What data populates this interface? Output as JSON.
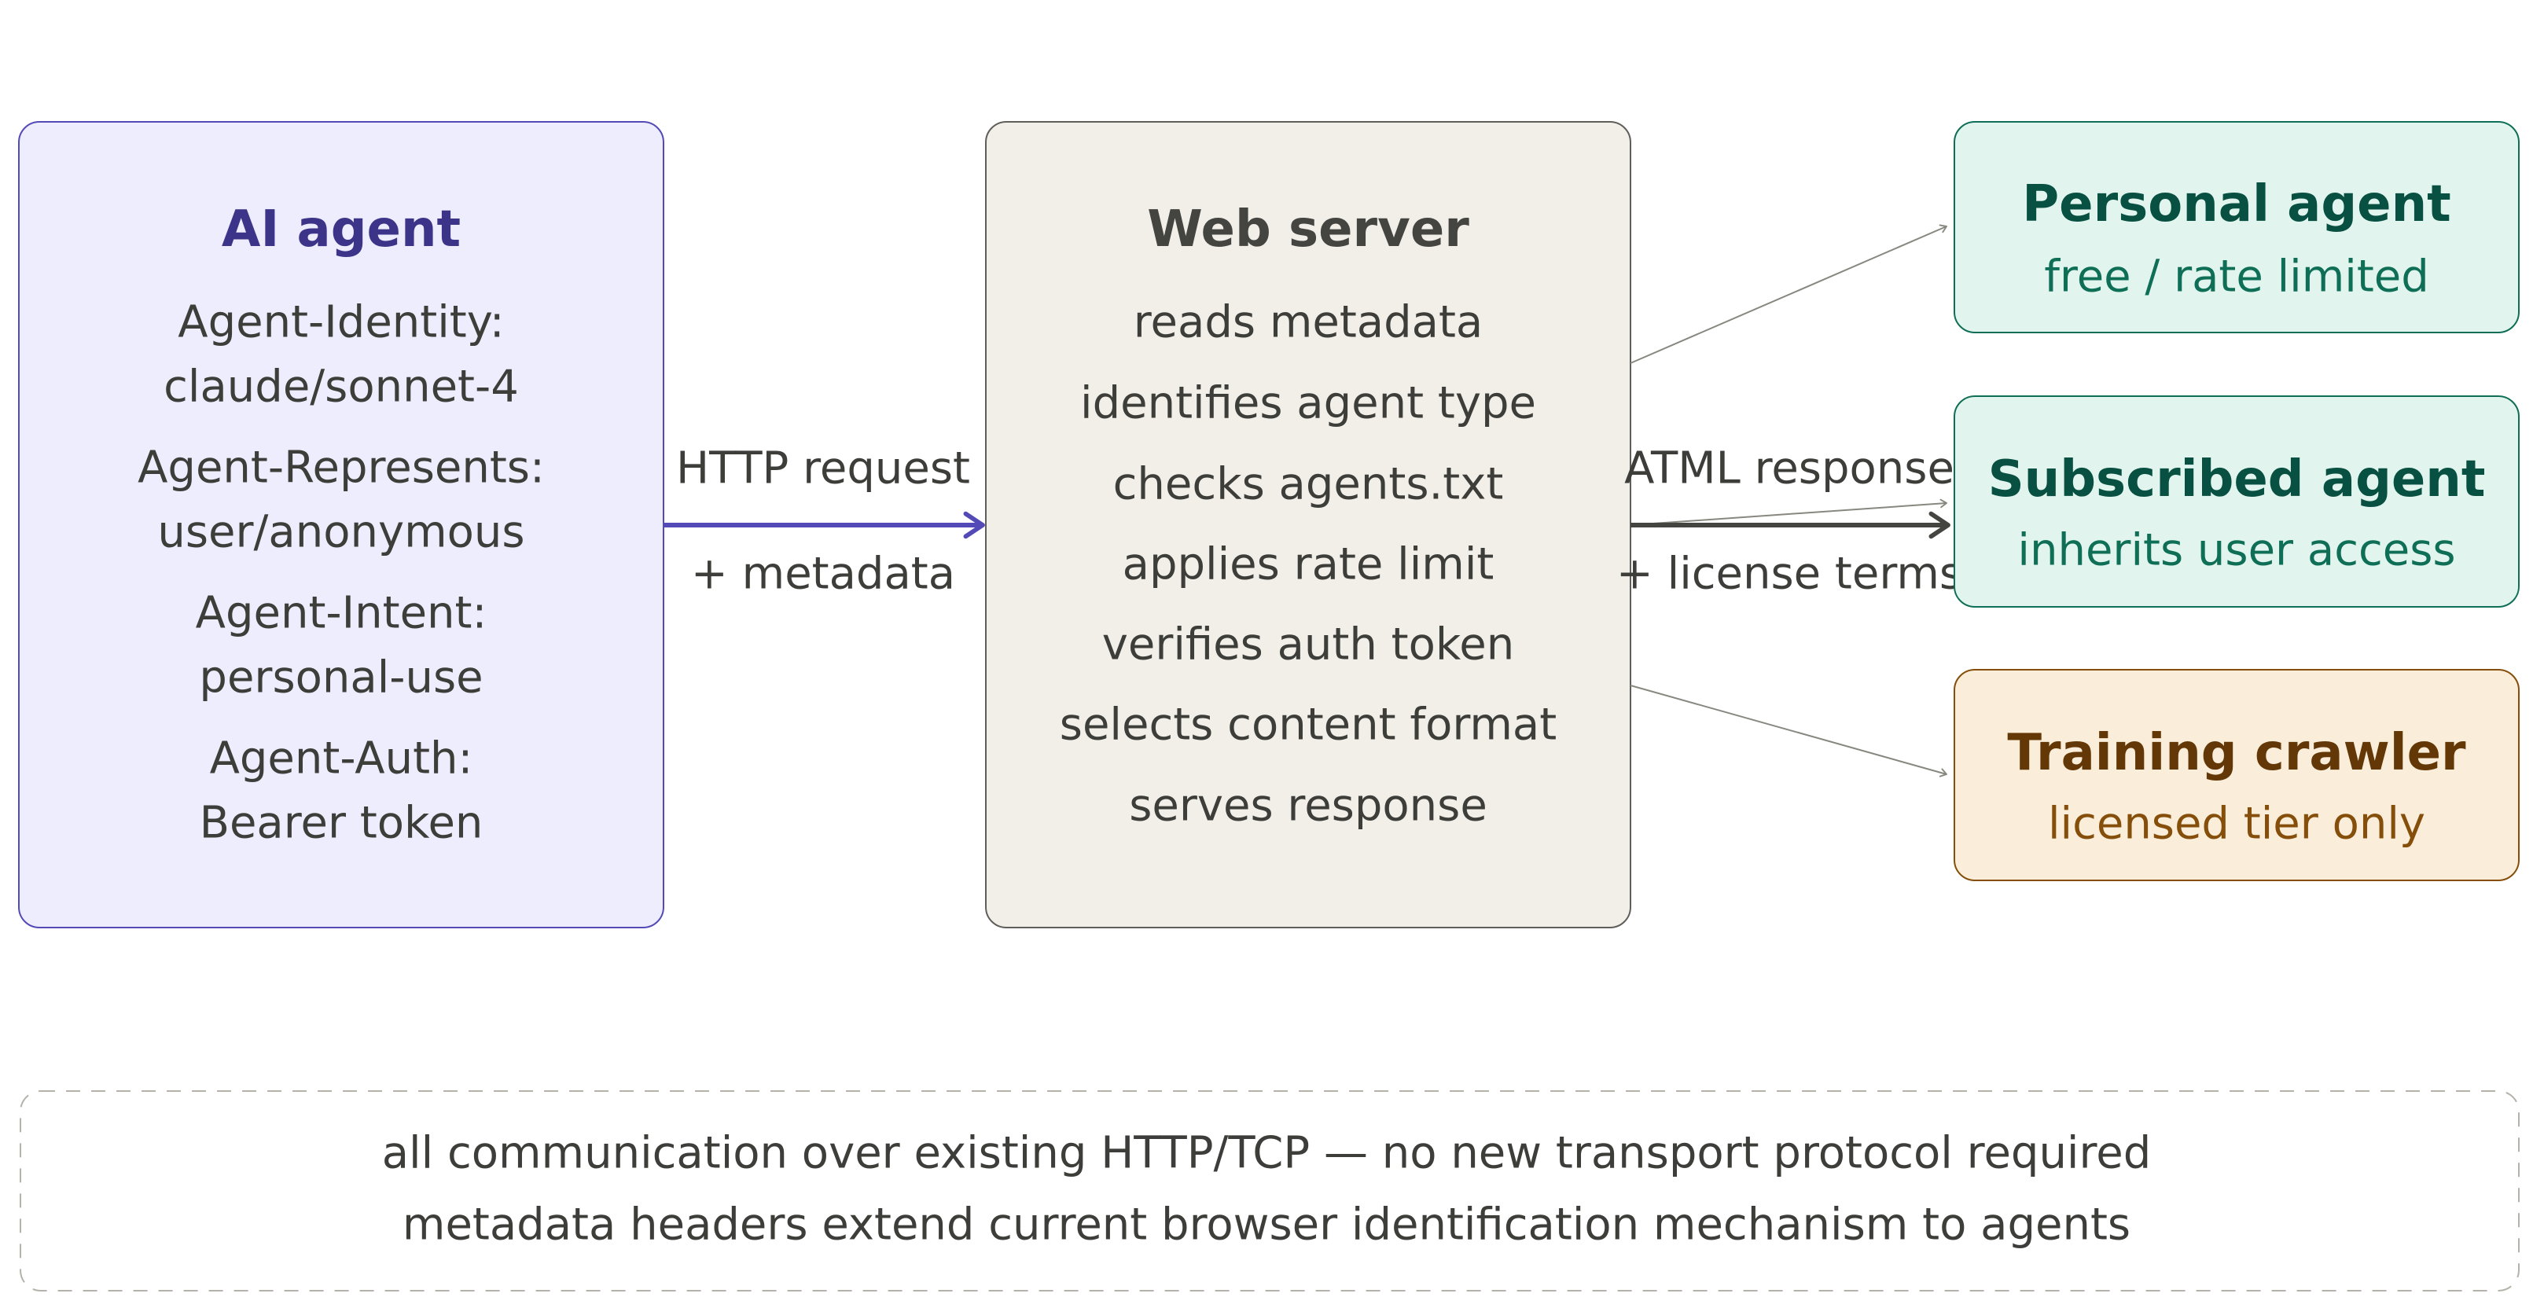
{
  "colors": {
    "agent_fill": "#EEEDFE",
    "agent_stroke": "#534AB7",
    "agent_title": "#3C3489",
    "server_fill": "#F1EFE8",
    "server_stroke": "#5F5E5A",
    "server_title": "#444441",
    "green_fill": "#E1F5EE",
    "green_stroke": "#0F6E56",
    "green_title": "#085041",
    "green_sub": "#0F6E56",
    "amber_fill": "#FAEEDA",
    "amber_stroke": "#854F0B",
    "amber_title": "#633806",
    "amber_sub": "#854F0B",
    "body_text": "#3d3d3a",
    "request_arrow": "#534AB7",
    "response_arrow": "#444441",
    "fan_line": "#888780",
    "note_border": "#B4B2A9"
  },
  "agent": {
    "title": "AI agent",
    "lines": [
      "Agent-Identity:",
      "claude/sonnet-4",
      "Agent-Represents:",
      "user/anonymous",
      "Agent-Intent:",
      "personal-use",
      "Agent-Auth:",
      "Bearer token"
    ]
  },
  "request": {
    "label_top": "HTTP request",
    "label_bottom": "+ metadata"
  },
  "server": {
    "title": "Web server",
    "steps": [
      "reads metadata",
      "identifies agent type",
      "checks agents.txt",
      "applies rate limit",
      "verifies auth token",
      "selects content format",
      "serves response"
    ]
  },
  "response": {
    "label_top": "ATML response",
    "label_bottom": "+ license terms"
  },
  "outcomes": [
    {
      "title": "Personal agent",
      "subtitle": "free / rate limited"
    },
    {
      "title": "Subscribed agent",
      "subtitle": "inherits user access"
    },
    {
      "title": "Training crawler",
      "subtitle": "licensed tier only"
    }
  ],
  "footer": {
    "line1": "all communication over existing HTTP/TCP — no new transport protocol required",
    "line2": "metadata headers extend current browser identification mechanism to agents"
  }
}
